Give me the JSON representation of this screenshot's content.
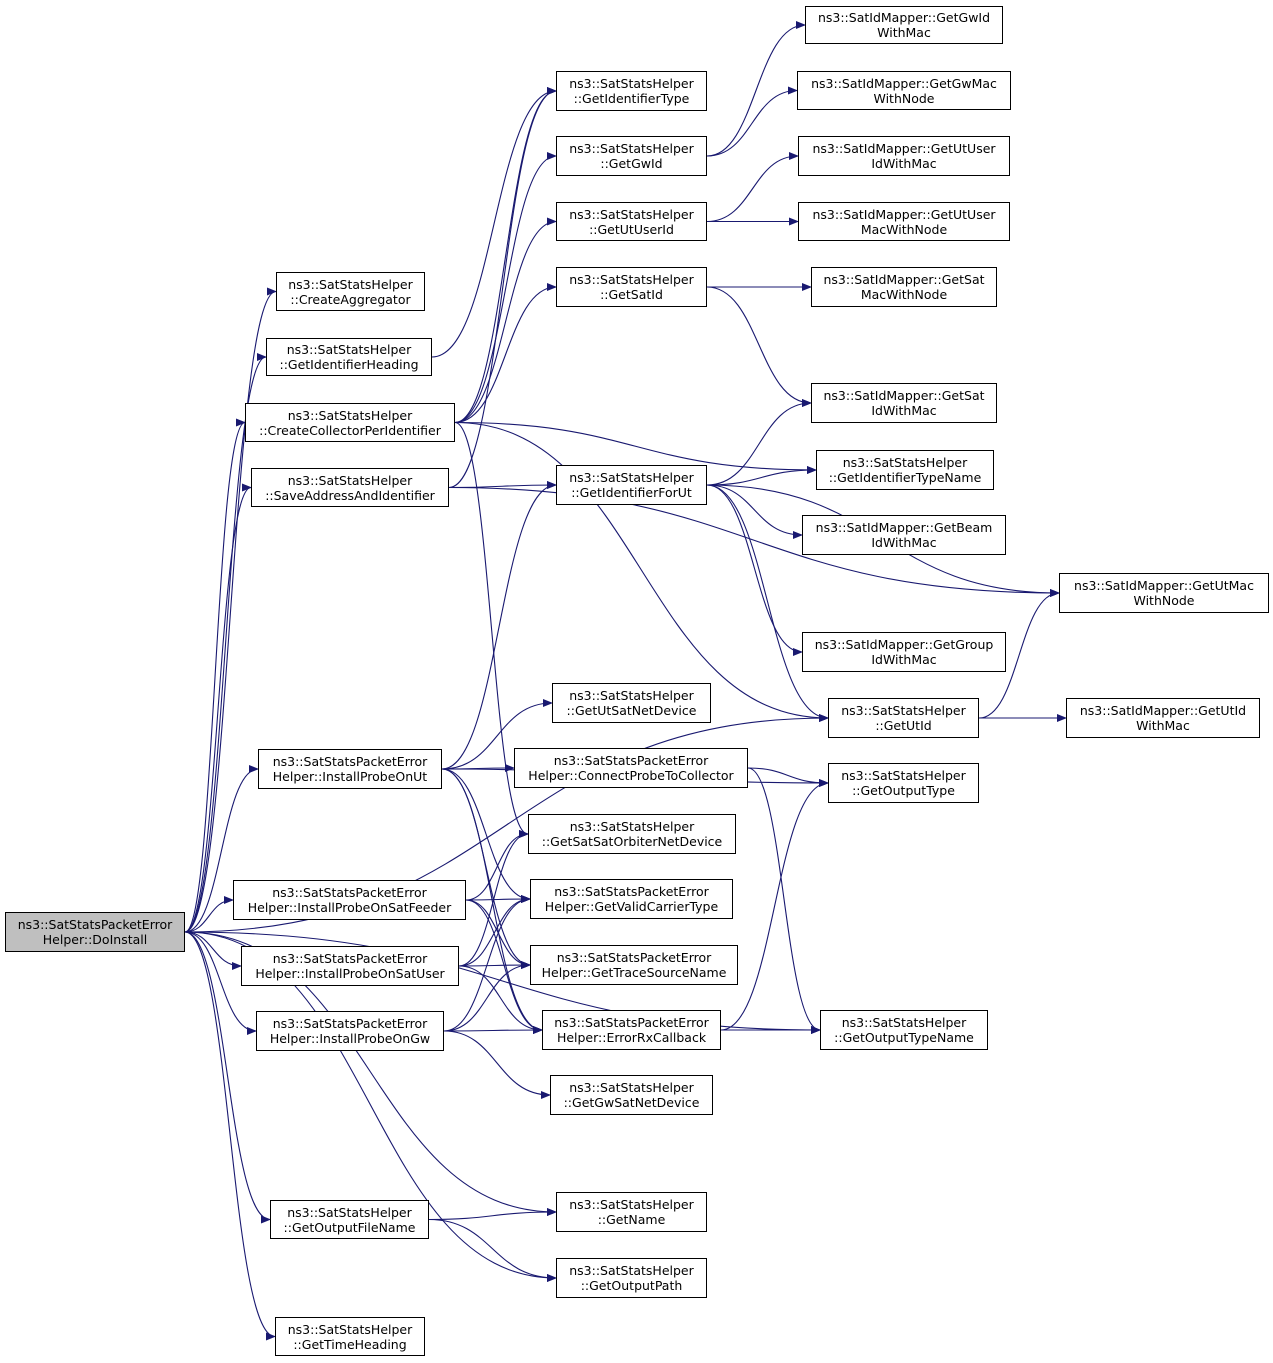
{
  "diagram": {
    "colors": {
      "edge": "#191970",
      "root_fill": "#bfbfbf",
      "node_fill": "#ffffff",
      "border": "#000000"
    },
    "nodes": [
      {
        "id": "doinstall",
        "l1": "ns3::SatStatsPacketError",
        "l2": "Helper::DoInstall",
        "root": true
      },
      {
        "id": "createaggregator",
        "l1": "ns3::SatStatsHelper",
        "l2": "::CreateAggregator"
      },
      {
        "id": "getidentifierheading",
        "l1": "ns3::SatStatsHelper",
        "l2": "::GetIdentifierHeading"
      },
      {
        "id": "createcollector",
        "l1": "ns3::SatStatsHelper",
        "l2": "::CreateCollectorPerIdentifier"
      },
      {
        "id": "saveaddress",
        "l1": "ns3::SatStatsHelper",
        "l2": "::SaveAddressAndIdentifier"
      },
      {
        "id": "installut",
        "l1": "ns3::SatStatsPacketError",
        "l2": "Helper::InstallProbeOnUt"
      },
      {
        "id": "installsatfeeder",
        "l1": "ns3::SatStatsPacketError",
        "l2": "Helper::InstallProbeOnSatFeeder"
      },
      {
        "id": "installsatuser",
        "l1": "ns3::SatStatsPacketError",
        "l2": "Helper::InstallProbeOnSatUser"
      },
      {
        "id": "installgw",
        "l1": "ns3::SatStatsPacketError",
        "l2": "Helper::InstallProbeOnGw"
      },
      {
        "id": "getoutputfilename",
        "l1": "ns3::SatStatsHelper",
        "l2": "::GetOutputFileName"
      },
      {
        "id": "gettimeheading",
        "l1": "ns3::SatStatsHelper",
        "l2": "::GetTimeHeading"
      },
      {
        "id": "getidentifiertype",
        "l1": "ns3::SatStatsHelper",
        "l2": "::GetIdentifierType"
      },
      {
        "id": "getgwid",
        "l1": "ns3::SatStatsHelper",
        "l2": "::GetGwId"
      },
      {
        "id": "getutuserid",
        "l1": "ns3::SatStatsHelper",
        "l2": "::GetUtUserId"
      },
      {
        "id": "getsatid",
        "l1": "ns3::SatStatsHelper",
        "l2": "::GetSatId"
      },
      {
        "id": "getidentifierforut",
        "l1": "ns3::SatStatsHelper",
        "l2": "::GetIdentifierForUt"
      },
      {
        "id": "getutsatnetdevice",
        "l1": "ns3::SatStatsHelper",
        "l2": "::GetUtSatNetDevice"
      },
      {
        "id": "connectprobe",
        "l1": "ns3::SatStatsPacketError",
        "l2": "Helper::ConnectProbeToCollector"
      },
      {
        "id": "getsatsatorbiter",
        "l1": "ns3::SatStatsHelper",
        "l2": "::GetSatSatOrbiterNetDevice"
      },
      {
        "id": "getvalidcarrier",
        "l1": "ns3::SatStatsPacketError",
        "l2": "Helper::GetValidCarrierType"
      },
      {
        "id": "gettracesource",
        "l1": "ns3::SatStatsPacketError",
        "l2": "Helper::GetTraceSourceName"
      },
      {
        "id": "errorrxcallback",
        "l1": "ns3::SatStatsPacketError",
        "l2": "Helper::ErrorRxCallback"
      },
      {
        "id": "getgwsatnetdevice",
        "l1": "ns3::SatStatsHelper",
        "l2": "::GetGwSatNetDevice"
      },
      {
        "id": "getname",
        "l1": "ns3::SatStatsHelper",
        "l2": "::GetName"
      },
      {
        "id": "getoutputpath",
        "l1": "ns3::SatStatsHelper",
        "l2": "::GetOutputPath"
      },
      {
        "id": "getgwidwithmac",
        "l1": "ns3::SatIdMapper::GetGwId",
        "l2": "WithMac"
      },
      {
        "id": "getgwmacwithnode",
        "l1": "ns3::SatIdMapper::GetGwMac",
        "l2": "WithNode"
      },
      {
        "id": "getutuseridwithmac",
        "l1": "ns3::SatIdMapper::GetUtUser",
        "l2": "IdWithMac"
      },
      {
        "id": "getutusermacwithnode",
        "l1": "ns3::SatIdMapper::GetUtUser",
        "l2": "MacWithNode"
      },
      {
        "id": "getsatmacwithnode",
        "l1": "ns3::SatIdMapper::GetSat",
        "l2": "MacWithNode"
      },
      {
        "id": "getsatidwithmac",
        "l1": "ns3::SatIdMapper::GetSat",
        "l2": "IdWithMac"
      },
      {
        "id": "getidentifiertypename",
        "l1": "ns3::SatStatsHelper",
        "l2": "::GetIdentifierTypeName"
      },
      {
        "id": "getbeamidwithmac",
        "l1": "ns3::SatIdMapper::GetBeam",
        "l2": "IdWithMac"
      },
      {
        "id": "getgroupidwithmac",
        "l1": "ns3::SatIdMapper::GetGroup",
        "l2": "IdWithMac"
      },
      {
        "id": "getutid",
        "l1": "ns3::SatStatsHelper",
        "l2": "::GetUtId"
      },
      {
        "id": "getoutputtype",
        "l1": "ns3::SatStatsHelper",
        "l2": "::GetOutputType"
      },
      {
        "id": "getoutputtypename",
        "l1": "ns3::SatStatsHelper",
        "l2": "::GetOutputTypeName"
      },
      {
        "id": "getutmacwithnode",
        "l1": "ns3::SatIdMapper::GetUtMac",
        "l2": "WithNode"
      },
      {
        "id": "getutidwithmac",
        "l1": "ns3::SatIdMapper::GetUtId",
        "l2": "WithMac"
      }
    ],
    "edges": [
      [
        "doinstall",
        "createaggregator"
      ],
      [
        "doinstall",
        "getidentifierheading"
      ],
      [
        "doinstall",
        "createcollector"
      ],
      [
        "doinstall",
        "saveaddress"
      ],
      [
        "doinstall",
        "getutid"
      ],
      [
        "doinstall",
        "installut"
      ],
      [
        "doinstall",
        "installsatfeeder"
      ],
      [
        "doinstall",
        "installsatuser"
      ],
      [
        "doinstall",
        "installgw"
      ],
      [
        "doinstall",
        "getoutputtypename"
      ],
      [
        "doinstall",
        "getname"
      ],
      [
        "doinstall",
        "getoutputfilename"
      ],
      [
        "doinstall",
        "getoutputpath"
      ],
      [
        "doinstall",
        "gettimeheading"
      ],
      [
        "getidentifierheading",
        "getidentifiertype"
      ],
      [
        "createcollector",
        "getidentifiertype"
      ],
      [
        "createcollector",
        "getgwid"
      ],
      [
        "createcollector",
        "getutuserid"
      ],
      [
        "createcollector",
        "getsatid"
      ],
      [
        "createcollector",
        "getidentifiertypename"
      ],
      [
        "createcollector",
        "getutid"
      ],
      [
        "createcollector",
        "getsatsatorbiter"
      ],
      [
        "saveaddress",
        "getidentifiertype"
      ],
      [
        "saveaddress",
        "getidentifierforut"
      ],
      [
        "saveaddress",
        "getutmacwithnode"
      ],
      [
        "getgwid",
        "getgwidwithmac"
      ],
      [
        "getgwid",
        "getgwmacwithnode"
      ],
      [
        "getutuserid",
        "getutuseridwithmac"
      ],
      [
        "getutuserid",
        "getutusermacwithnode"
      ],
      [
        "getsatid",
        "getsatmacwithnode"
      ],
      [
        "getsatid",
        "getsatidwithmac"
      ],
      [
        "getidentifierforut",
        "getsatidwithmac"
      ],
      [
        "getidentifierforut",
        "getidentifiertypename"
      ],
      [
        "getidentifierforut",
        "getbeamidwithmac"
      ],
      [
        "getidentifierforut",
        "getutmacwithnode"
      ],
      [
        "getidentifierforut",
        "getgroupidwithmac"
      ],
      [
        "getidentifierforut",
        "getutid"
      ],
      [
        "getutid",
        "getutmacwithnode"
      ],
      [
        "getutid",
        "getutidwithmac"
      ],
      [
        "installut",
        "getidentifierforut"
      ],
      [
        "installut",
        "getutsatnetdevice"
      ],
      [
        "installut",
        "connectprobe"
      ],
      [
        "installut",
        "getoutputtype"
      ],
      [
        "installut",
        "getvalidcarrier"
      ],
      [
        "installut",
        "gettracesource"
      ],
      [
        "installut",
        "errorrxcallback"
      ],
      [
        "connectprobe",
        "getoutputtype"
      ],
      [
        "connectprobe",
        "getoutputtypename"
      ],
      [
        "installsatfeeder",
        "getsatsatorbiter"
      ],
      [
        "installsatfeeder",
        "getvalidcarrier"
      ],
      [
        "installsatfeeder",
        "gettracesource"
      ],
      [
        "installsatfeeder",
        "errorrxcallback"
      ],
      [
        "installsatuser",
        "getsatsatorbiter"
      ],
      [
        "installsatuser",
        "getvalidcarrier"
      ],
      [
        "installsatuser",
        "gettracesource"
      ],
      [
        "installsatuser",
        "errorrxcallback"
      ],
      [
        "installgw",
        "getvalidcarrier"
      ],
      [
        "installgw",
        "gettracesource"
      ],
      [
        "installgw",
        "errorrxcallback"
      ],
      [
        "installgw",
        "getgwsatnetdevice"
      ],
      [
        "errorrxcallback",
        "getoutputtype"
      ],
      [
        "errorrxcallback",
        "getoutputtypename"
      ],
      [
        "getoutputfilename",
        "getname"
      ],
      [
        "getoutputfilename",
        "getoutputpath"
      ]
    ]
  }
}
